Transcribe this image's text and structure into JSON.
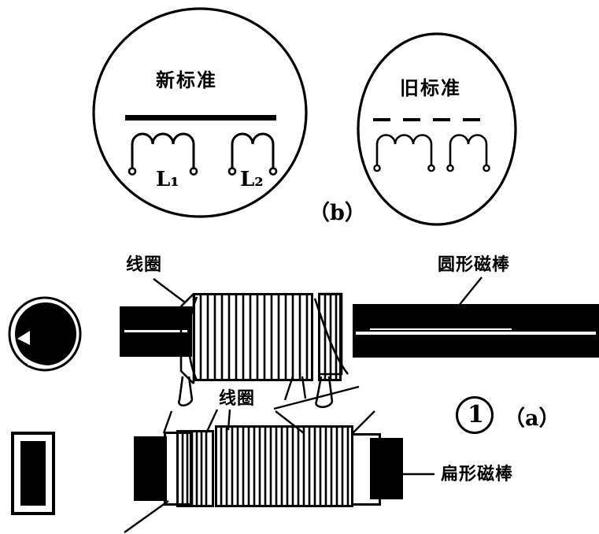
{
  "figure": {
    "panel_b": {
      "caption": "（b）",
      "new_standard": {
        "title": "新标准",
        "symbol_note": "solid-bar",
        "inductors": [
          {
            "label": "L₁",
            "humps": 3
          },
          {
            "label": "L₂",
            "humps": 2
          }
        ]
      },
      "old_standard": {
        "title": "旧标准",
        "symbol_note": "dashed-bar",
        "inductors": [
          {
            "label": "",
            "humps": 3
          },
          {
            "label": "",
            "humps": 2
          }
        ]
      }
    },
    "panel_a": {
      "caption": "（a）",
      "item_number": "1",
      "labels": {
        "coil_top": "线圈",
        "coil_bottom": "线圈",
        "round_rod": "圆形磁棒",
        "flat_rod": "扁形磁棒"
      },
      "cross_sections": [
        {
          "name": "round-rod-cross-section",
          "shape": "circle"
        },
        {
          "name": "flat-rod-cross-section",
          "shape": "rounded-rectangle"
        }
      ]
    },
    "colors": {
      "ink": "#000000",
      "paper": "#ffffff"
    }
  }
}
